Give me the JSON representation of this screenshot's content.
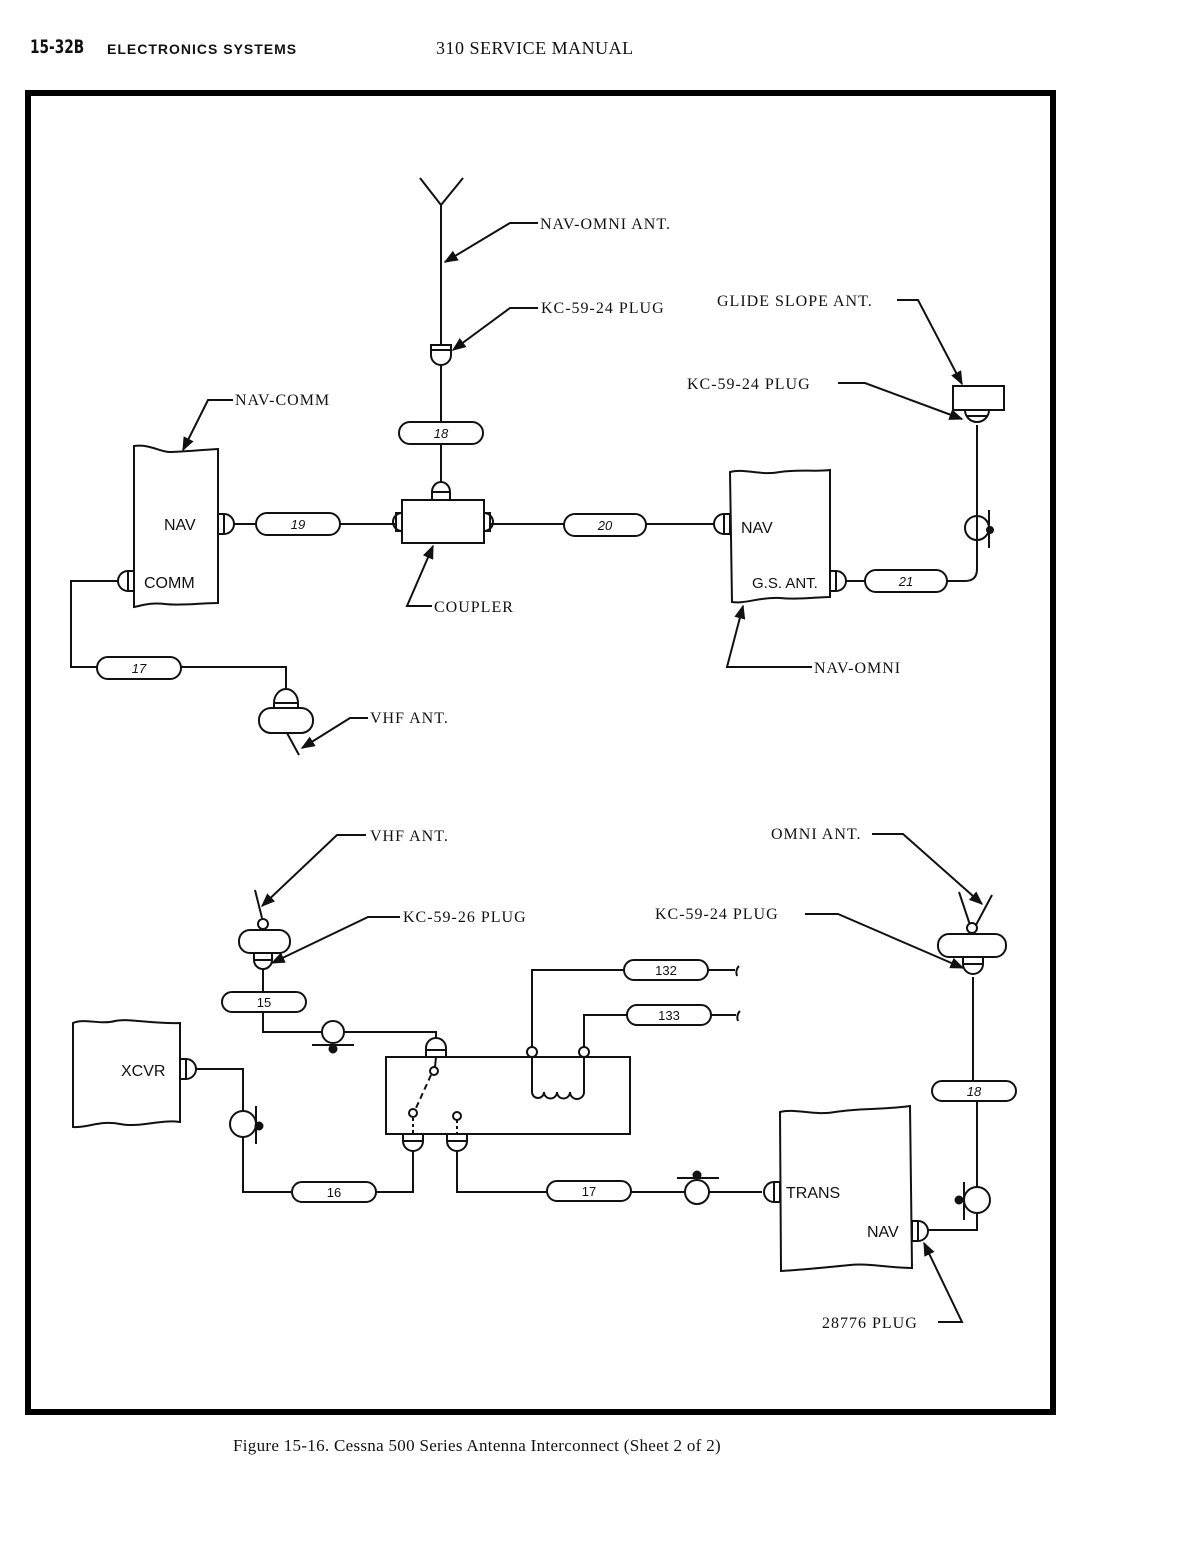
{
  "header": {
    "page_number": "15-32B",
    "section": "ELECTRONICS SYSTEMS",
    "manual_title": "310 SERVICE MANUAL"
  },
  "caption": "Figure 15-16.  Cessna 500 Series Antenna Interconnect (Sheet 2 of 2)",
  "upper_diagram": {
    "callouts": {
      "nav_omni_ant": "NAV-OMNI ANT.",
      "kc_plug_top": "KC-59-24 PLUG",
      "glide_slope_ant": "GLIDE SLOPE ANT.",
      "kc_plug_gs": "KC-59-24 PLUG",
      "nav_comm": "NAV-COMM",
      "coupler": "COUPLER",
      "nav_omni": "NAV-OMNI",
      "vhf_ant": "VHF ANT."
    },
    "units": {
      "nav_comm_nav_port": "NAV",
      "nav_comm_comm_port": "COMM",
      "nav_omni_nav_port": "NAV",
      "nav_omni_gs_port": "G.S. ANT."
    },
    "cables": {
      "c18": "18",
      "c19": "19",
      "c20": "20",
      "c21": "21",
      "c17": "17"
    }
  },
  "lower_diagram": {
    "callouts": {
      "vhf_ant": "VHF ANT.",
      "kc_plug_26": "KC-59-26 PLUG",
      "omni_ant": "OMNI ANT.",
      "kc_plug_24": "KC-59-24 PLUG",
      "plug_28776": "28776 PLUG"
    },
    "units": {
      "xcvr": "XCVR",
      "trans": "TRANS",
      "nav": "NAV"
    },
    "cables": {
      "c15": "15",
      "c16": "16",
      "c17": "17",
      "c18": "18",
      "c132": "132",
      "c133": "133"
    }
  }
}
